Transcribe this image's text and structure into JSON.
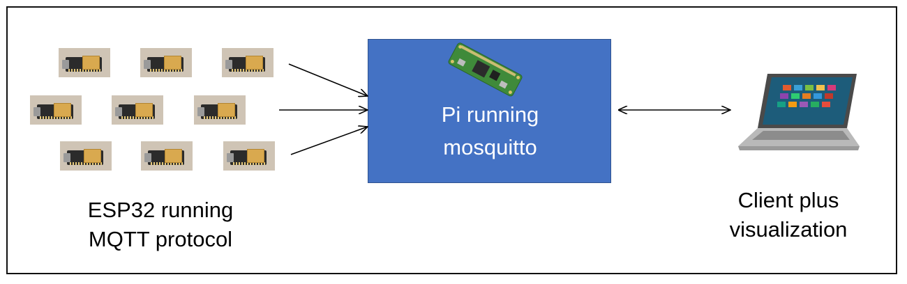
{
  "diagram": {
    "devices_caption": [
      "ESP32 running",
      "MQTT protocol"
    ],
    "broker_label": [
      "Pi running",
      "mosquitto"
    ],
    "client_caption": [
      "Client plus",
      "visualization"
    ],
    "colors": {
      "broker_fill": "#4472c4",
      "broker_text": "#ffffff",
      "arrow": "#000000"
    },
    "icons": {
      "device": "esp32-board-photo",
      "broker": "raspberry-pi-zero-photo",
      "client": "laptop-photo"
    },
    "connections": [
      {
        "from": "esp32-devices",
        "to": "pi-broker",
        "type": "one-way",
        "count": 3
      },
      {
        "from": "pi-broker",
        "to": "client-laptop",
        "type": "two-way"
      }
    ]
  }
}
